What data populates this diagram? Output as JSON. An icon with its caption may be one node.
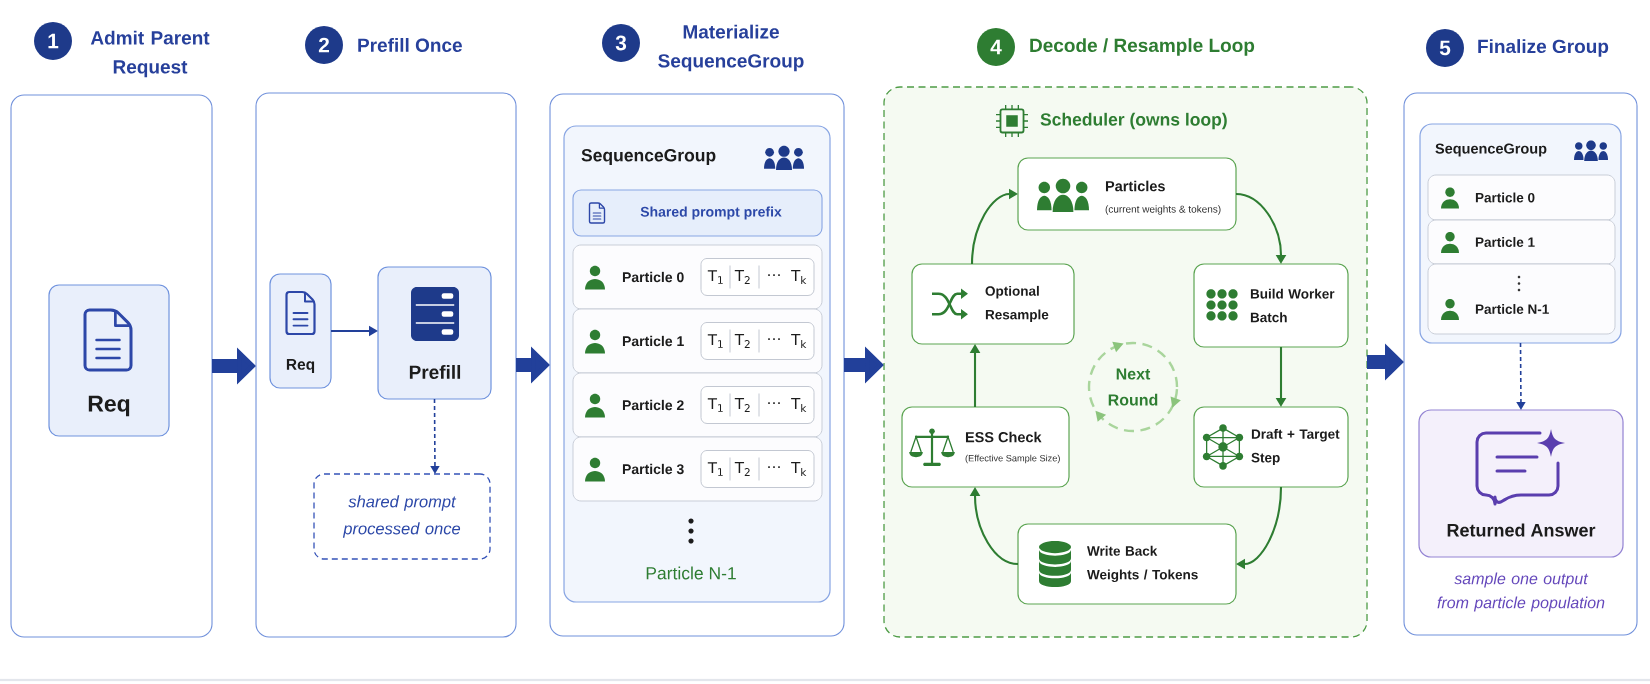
{
  "diagram": {
    "nodes": [
      {
        "text": [
          "1",
          "Admit Parent Request"
        ]
      },
      {
        "text": [
          "Req"
        ],
        "in": 0
      },
      {
        "text": [
          "2",
          "Prefill Once"
        ]
      },
      {
        "text": [
          "Req"
        ],
        "in": 2
      },
      {
        "text": [
          "Prefill"
        ],
        "in": 2
      },
      {
        "text": [
          "shared prompt processed once"
        ],
        "in": 2
      },
      {
        "text": [
          "3",
          "Materialize SequenceGroup"
        ]
      },
      {
        "text": [
          "SequenceGroup",
          "Particle N-1"
        ],
        "in": 6
      },
      {
        "text": [
          "Shared prompt prefix"
        ],
        "in": 7
      },
      {
        "text": [
          "Particle 0"
        ],
        "in": 7
      },
      {
        "text": [
          "T$_{1}$",
          "T$_{2}$",
          "⋯",
          "T$_{k}$"
        ],
        "in": 9
      },
      {
        "text": [
          "Particle 1"
        ],
        "in": 7
      },
      {
        "text": [
          "T$_{1}$",
          "T$_{2}$",
          "⋯",
          "T$_{k}$"
        ],
        "in": 11
      },
      {
        "text": [
          "Particle 2"
        ],
        "in": 7
      },
      {
        "text": [
          "T$_{1}$",
          "T$_{2}$",
          "⋯",
          "T$_{k}$"
        ],
        "in": 13
      },
      {
        "text": [
          "Particle 3"
        ],
        "in": 7
      },
      {
        "text": [
          "T$_{1}$",
          "T$_{2}$",
          "⋯",
          "T$_{k}$"
        ],
        "in": 15
      },
      {
        "text": [
          "4",
          "Decode / Resample Loop",
          "Scheduler (owns loop)"
        ]
      },
      {
        "text": [
          "Particles",
          "(current weights & tokens)"
        ],
        "in": 17
      },
      {
        "text": [
          "Build Worker Batch"
        ],
        "in": 17
      },
      {
        "text": [
          "Draft + Target Step"
        ],
        "in": 17
      },
      {
        "text": [
          "Write Back Weights / Tokens"
        ],
        "in": 17
      },
      {
        "text": [
          "ESS Check",
          "(Effective Sample Size)"
        ],
        "in": 17
      },
      {
        "text": [
          "Optional Resample"
        ],
        "in": 17
      },
      {
        "text": [
          "Next Round"
        ],
        "in": 17
      },
      {
        "text": [
          "5",
          "Finalize Group"
        ]
      },
      {
        "text": [
          "SequenceGroup"
        ],
        "in": 25
      },
      {
        "text": [
          "Particle 0"
        ],
        "in": 26
      },
      {
        "text": [
          "Particle 1"
        ],
        "in": 26
      },
      {
        "text": [
          "Particle N-1"
        ],
        "in": 26
      },
      {
        "text": [
          "Returned Answer"
        ],
        "in": 25,
        "beside": [
          "sample one output from particle population"
        ]
      }
    ],
    "edges": [
      {
        "from": 0,
        "to": 2,
        "arrow": "to",
        "style": "thick"
      },
      {
        "from": 3,
        "to": 4,
        "arrow": "to"
      },
      {
        "from": 4,
        "to": 5,
        "arrow": "to",
        "style": "dashed"
      },
      {
        "from": 2,
        "to": 6,
        "arrow": "to",
        "style": "thick"
      },
      {
        "from": 6,
        "to": 17,
        "arrow": "to",
        "style": "thick"
      },
      {
        "from": 23,
        "to": 18,
        "arrow": "to",
        "color": "#2e7d32"
      },
      {
        "from": 18,
        "to": 19,
        "arrow": "to",
        "color": "#2e7d32"
      },
      {
        "from": 19,
        "to": 20,
        "arrow": "to",
        "color": "#2e7d32"
      },
      {
        "from": 20,
        "to": 21,
        "arrow": "to",
        "color": "#2e7d32"
      },
      {
        "from": 21,
        "to": 22,
        "arrow": "to",
        "color": "#2e7d32"
      },
      {
        "from": 22,
        "to": 23,
        "arrow": "to",
        "color": "#2e7d32"
      },
      {
        "from": 17,
        "to": 25,
        "arrow": "to",
        "style": "thick"
      },
      {
        "from": 26,
        "to": 30,
        "arrow": "to",
        "style": "dashed"
      }
    ]
  }
}
